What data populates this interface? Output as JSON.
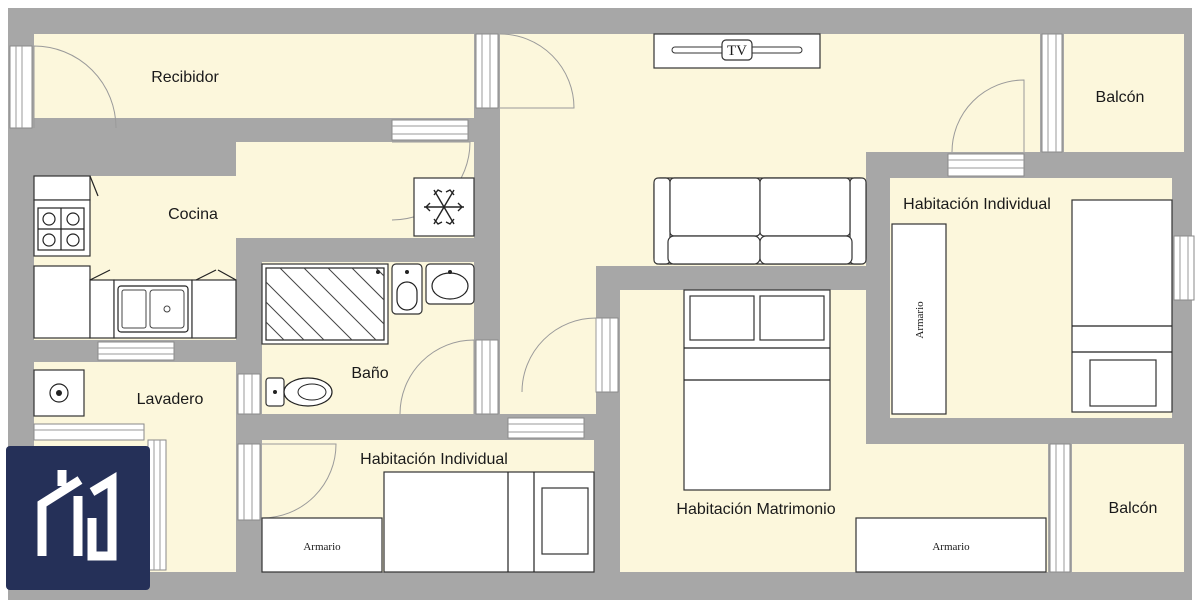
{
  "rooms": {
    "recibidor": "Recibidor",
    "cocina": "Cocina",
    "lavadero": "Lavadero",
    "bano": "Baño",
    "hab_individual_1": "Habitación Individual",
    "hab_individual_2": "Habitación Individual",
    "hab_matrimonio": "Habitación Matrimonio",
    "balcon_1": "Balcón",
    "balcon_2": "Balcón"
  },
  "furniture": {
    "tv": "TV",
    "armario_1": "Armario",
    "armario_2": "Armario",
    "armario_3": "Armario"
  },
  "colors": {
    "wall": "#a7a7a7",
    "floor": "#fcf7dc",
    "logo_bg": "#253058"
  },
  "logo": {
    "icon": "house-logo-icon"
  }
}
